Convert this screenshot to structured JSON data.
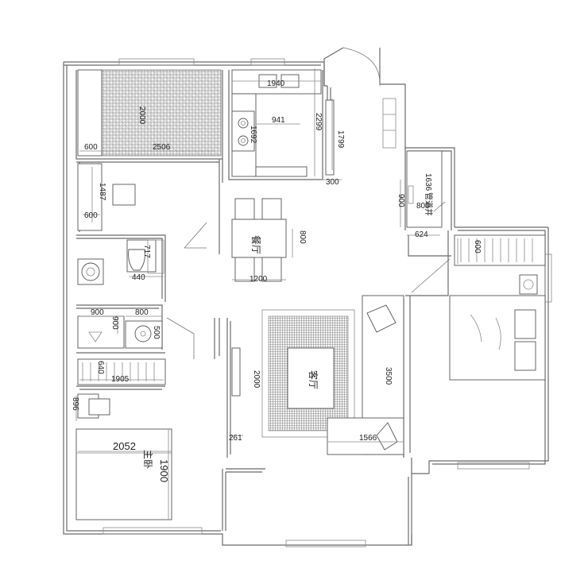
{
  "rooms": {
    "dining": "餐厅",
    "living": "客厅",
    "master": "主卧"
  },
  "dimensions": {
    "kitchen_width": "1940",
    "kitchen_length": "2299",
    "kitchen_counter": "941",
    "kitchen_stove": "1692",
    "kitchen_pipe": "1799",
    "kitchen_step": "300",
    "balcony_length": "2000",
    "balcony_width": "2506",
    "balcony_side": "600",
    "closet_length": "1487",
    "closet_depth": "600",
    "bath_shower": "717",
    "bath_sink": "440",
    "bath_tub_w": "900",
    "bath_tub_h": "900",
    "bath_basin_w": "800",
    "bath_basin_h": "500",
    "dining_table": "800",
    "dining_width": "1200",
    "wardrobe_depth": "640",
    "wardrobe_length": "1905",
    "desk_dim": "896",
    "bed_master_w": "2052",
    "bed_master_l": "1900",
    "tv_cabinet": "261",
    "living_rug": "2000",
    "sofa_length": "3500",
    "sofa_bottom": "1566",
    "shaft_w": "1636",
    "shaft_d": "800",
    "shaft_label": "管道井",
    "shaft_side": "900",
    "shaft_bottom": "624",
    "bedroom_wardrobe": "600"
  }
}
